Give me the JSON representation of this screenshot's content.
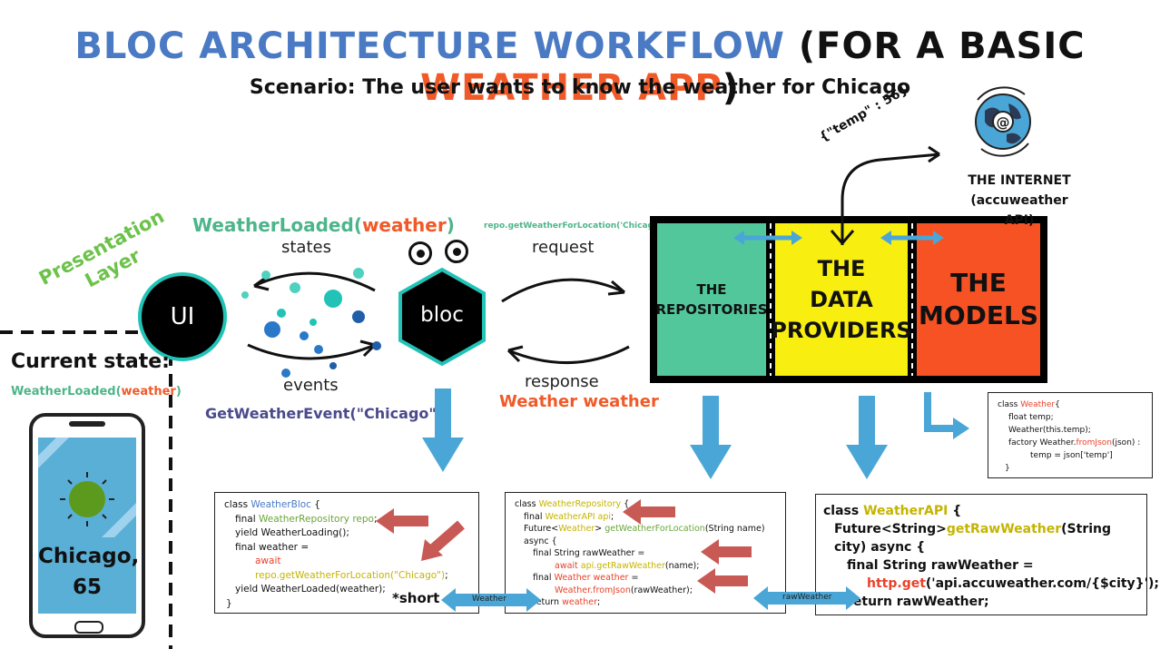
{
  "title": {
    "part1": "BLOC ARCHITECTURE WORKFLOW",
    "part2": " (FOR A BASIC ",
    "part3": "WEATHER APP",
    "part4": ")"
  },
  "subtitle": "Scenario: The user wants to know the weather for Chicago",
  "presentation_layer": {
    "line1": "Presentation",
    "line2": "Layer"
  },
  "ui_label": "UI",
  "bloc_label": "bloc",
  "states": {
    "event_name_prefix": "WeatherLoaded(",
    "event_arg": "weather",
    "event_name_suffix": ")",
    "label": "states"
  },
  "events": {
    "label": "events",
    "event": "GetWeatherEvent(\"Chicago\")"
  },
  "request": {
    "code": "repo.getWeatherForLocation('Chicago')",
    "label": "request"
  },
  "response": {
    "label": "response",
    "value": "Weather weather"
  },
  "panels": {
    "repositories": {
      "line1": "THE",
      "line2": "REPOSITORIES"
    },
    "data_providers": {
      "line1": "THE",
      "line2": "DATA",
      "line3": "PROVIDERS"
    },
    "models": {
      "line1": "THE",
      "line2": "MODELS"
    }
  },
  "internet": {
    "line1": "THE INTERNET",
    "line2": "(accuweather API)",
    "json": "{\"temp\" : 56}"
  },
  "current_state": {
    "label": "Current state:",
    "value_prefix": "WeatherLoaded(",
    "value_arg": "weather",
    "value_suffix": ")"
  },
  "phone": {
    "line1": "Chicago,",
    "line2": "65"
  },
  "code_bloc": {
    "l1a": "class ",
    "l1b": "WeatherBloc",
    "l1c": " {",
    "l2a": "final ",
    "l2b": "WeatherRepository repo",
    "l2c": ";",
    "l3": "yield WeatherLoading();",
    "l4": "final weather =",
    "l5a": "await ",
    "l5b": "repo.getWeatherForLocation(\"Chicago\")",
    "l5c": ";",
    "l6": "yield WeatherLoaded(weather);",
    "l7": "}",
    "short": "*short c"
  },
  "code_repo": {
    "l1a": "class ",
    "l1b": "WeatherRepository",
    "l1c": " {",
    "l2a": "final ",
    "l2b": "WeatherAPI api",
    "l2c": ";",
    "l3a": "Future<",
    "l3b": "Weather",
    "l3c": "> ",
    "l3d": "getWeatherForLocation",
    "l3e": "(String name) async {",
    "l4": "final String rawWeather =",
    "l5a": "await ",
    "l5b": "api.getRawWeather",
    "l5c": "(name);",
    "l6a": "final ",
    "l6b": "Weather weather",
    "l6c": " =",
    "l7a": "Weather.fromJson",
    "l7b": "(rawWeather);",
    "l8a": "return ",
    "l8b": "weather",
    "l8c": ";"
  },
  "code_api": {
    "l1a": "class ",
    "l1b": "WeatherAPI",
    "l1c": " {",
    "l2a": "Future<String>",
    "l2b": "getRawWeather",
    "l2c": "(String city) async {",
    "l3": "final String rawWeather =",
    "l4a": "http.get",
    "l4b": "('api.accuweather.com/{$city}');",
    "l5": "return rawWeather;"
  },
  "code_model": {
    "l1a": "class ",
    "l1b": "Weather",
    "l1c": "{",
    "l2": "float temp;",
    "l3": "Weather(this.temp);",
    "l4a": "factory Weather.",
    "l4b": "fromJson",
    "l4c": "(json) :",
    "l5": "temp = json['temp']",
    "l6": "}"
  },
  "connectors": {
    "weather": "Weather",
    "raw_weather": "rawWeather"
  },
  "colors": {
    "blue": "#4a7ac4",
    "orange": "#f05a28",
    "green": "#6cc24a",
    "teal": "#21c3b7",
    "arrow": "#4aa6d6",
    "red_arrow": "#c85a55"
  }
}
